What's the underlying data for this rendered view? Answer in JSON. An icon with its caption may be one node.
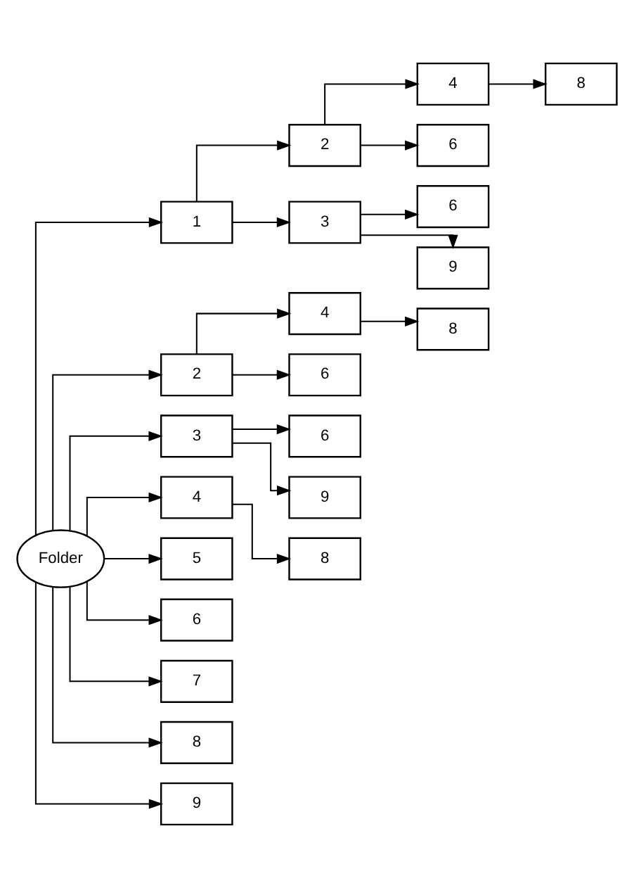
{
  "diagram": {
    "nodes": [
      {
        "text": [
          "Folder"
        ]
      },
      {
        "text": [
          "1"
        ]
      },
      {
        "text": [
          "2"
        ]
      },
      {
        "text": [
          "4"
        ]
      },
      {
        "text": [
          "8"
        ]
      },
      {
        "text": [
          "6"
        ]
      },
      {
        "text": [
          "3"
        ]
      },
      {
        "text": [
          "6"
        ]
      },
      {
        "text": [
          "9"
        ]
      },
      {
        "text": [
          "2"
        ]
      },
      {
        "text": [
          "4"
        ]
      },
      {
        "text": [
          "8"
        ]
      },
      {
        "text": [
          "6"
        ]
      },
      {
        "text": [
          "3"
        ]
      },
      {
        "text": [
          "6"
        ]
      },
      {
        "text": [
          "9"
        ]
      },
      {
        "text": [
          "4"
        ]
      },
      {
        "text": [
          "8"
        ]
      },
      {
        "text": [
          "5"
        ]
      },
      {
        "text": [
          "6"
        ]
      },
      {
        "text": [
          "7"
        ]
      },
      {
        "text": [
          "8"
        ]
      },
      {
        "text": [
          "9"
        ]
      }
    ],
    "edges": [
      {
        "from": 0,
        "to": 1,
        "arrow": "to"
      },
      {
        "from": 1,
        "to": 2,
        "arrow": "to"
      },
      {
        "from": 2,
        "to": 3,
        "arrow": "to"
      },
      {
        "from": 3,
        "to": 4,
        "arrow": "to"
      },
      {
        "from": 2,
        "to": 5,
        "arrow": "to"
      },
      {
        "from": 1,
        "to": 6,
        "arrow": "to"
      },
      {
        "from": 6,
        "to": 7,
        "arrow": "to"
      },
      {
        "from": 6,
        "to": 8,
        "arrow": "to"
      },
      {
        "from": 0,
        "to": 9,
        "arrow": "to"
      },
      {
        "from": 9,
        "to": 10,
        "arrow": "to"
      },
      {
        "from": 10,
        "to": 11,
        "arrow": "to"
      },
      {
        "from": 9,
        "to": 12,
        "arrow": "to"
      },
      {
        "from": 0,
        "to": 13,
        "arrow": "to"
      },
      {
        "from": 13,
        "to": 14,
        "arrow": "to"
      },
      {
        "from": 13,
        "to": 15,
        "arrow": "to"
      },
      {
        "from": 0,
        "to": 16,
        "arrow": "to"
      },
      {
        "from": 16,
        "to": 17,
        "arrow": "to"
      },
      {
        "from": 0,
        "to": 18,
        "arrow": "to"
      },
      {
        "from": 0,
        "to": 19,
        "arrow": "to"
      },
      {
        "from": 0,
        "to": 20,
        "arrow": "to"
      },
      {
        "from": 0,
        "to": 21,
        "arrow": "to"
      },
      {
        "from": 0,
        "to": 22,
        "arrow": "to"
      }
    ]
  }
}
